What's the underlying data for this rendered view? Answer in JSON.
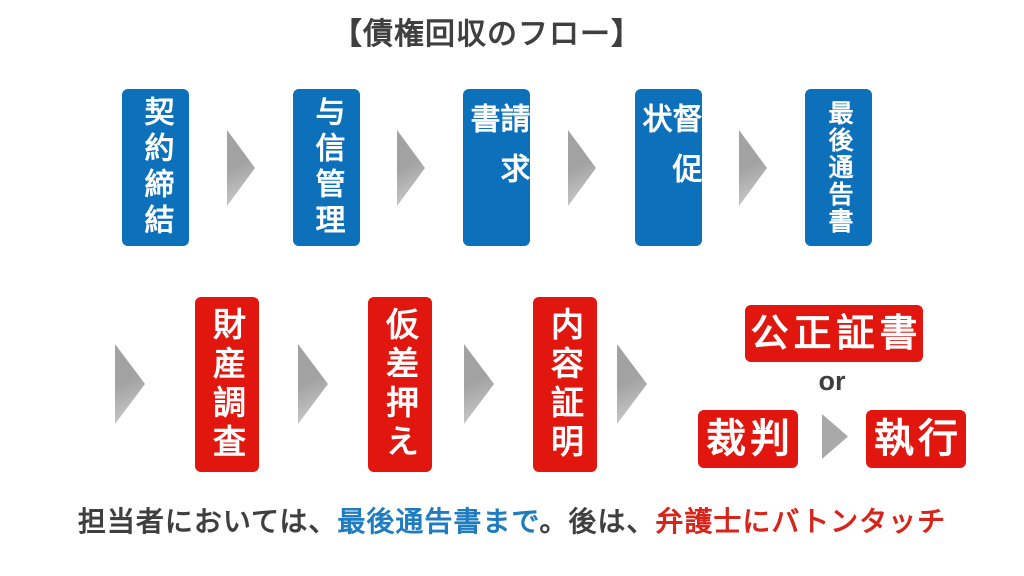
{
  "title": "【債権回収のフロー】",
  "flow_row1": [
    "契約締結",
    "与信管理",
    "請求書",
    "督促状",
    "最後通告書"
  ],
  "flow_row2": [
    "財産調査",
    "仮差押え",
    "内容証明"
  ],
  "branch": {
    "notarized_deed": "公正証書",
    "or_label": "or",
    "trial": "裁判",
    "execution": "執行"
  },
  "footer": {
    "lead": "担当者においては、",
    "blue_highlight": "最後通告書まで",
    "middle": "。後は、",
    "red_highlight": "弁護士にバトンタッチ"
  },
  "colors": {
    "box_blue": "#0C70BA",
    "box_red": "#E1160F",
    "text_dark": "#3F3F3F",
    "text_blue": "#1F7CC1",
    "text_red": "#D8251B",
    "arrow_gray": "#A9A9A9"
  }
}
